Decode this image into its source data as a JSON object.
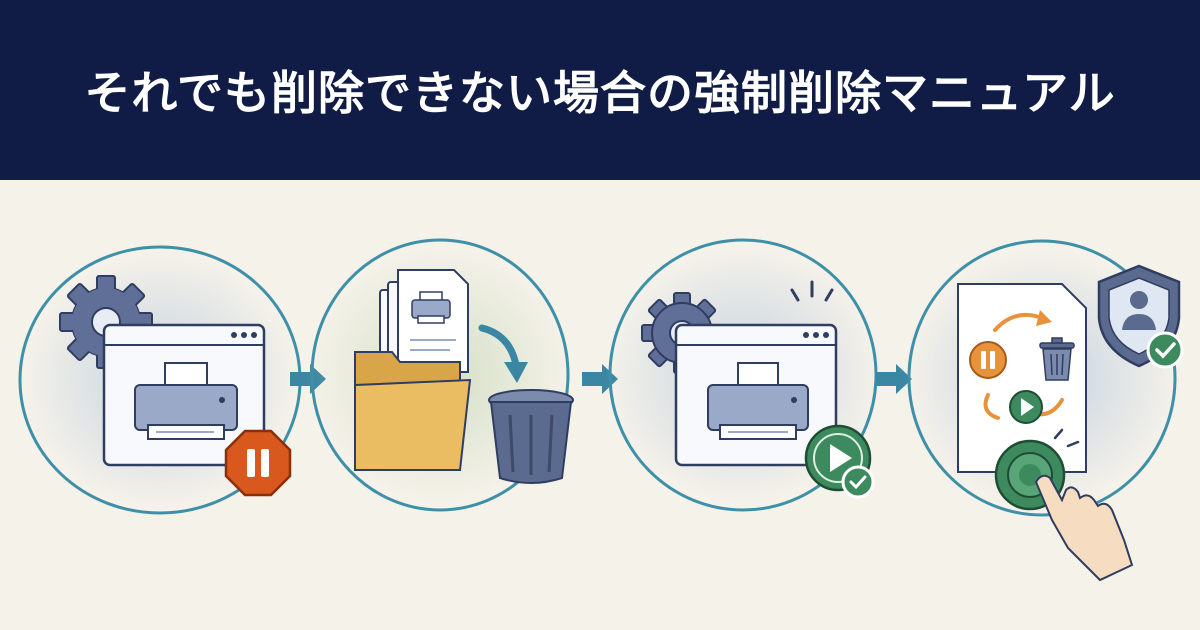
{
  "header": {
    "title": "それでも削除できない場合の強制削除マニュアル"
  },
  "steps": [
    {
      "name": "stop-spooler",
      "icons": [
        "gear-icon",
        "printer-window-icon",
        "pause-octagon-icon"
      ]
    },
    {
      "name": "delete-files",
      "icons": [
        "document-printer-icon",
        "folder-icon",
        "curved-arrow-icon",
        "trash-can-icon"
      ]
    },
    {
      "name": "restart-spooler",
      "icons": [
        "gear-icon",
        "printer-window-icon",
        "play-check-icon"
      ]
    },
    {
      "name": "admin-reset",
      "icons": [
        "shield-user-icon",
        "cycle-icon",
        "pause-icon",
        "trash-icon",
        "play-icon",
        "press-button-icon",
        "hand-pointer-icon"
      ]
    }
  ],
  "colors": {
    "header_bg": "#101c45",
    "ring": "#3e8fa8",
    "arrow": "#3b86a3",
    "gear": "#5f6f97",
    "stop": "#d8581d",
    "green": "#3e8a5f",
    "folder": "#ebbd62",
    "trash": "#5b6b8f",
    "cycle": "#e8923a"
  }
}
